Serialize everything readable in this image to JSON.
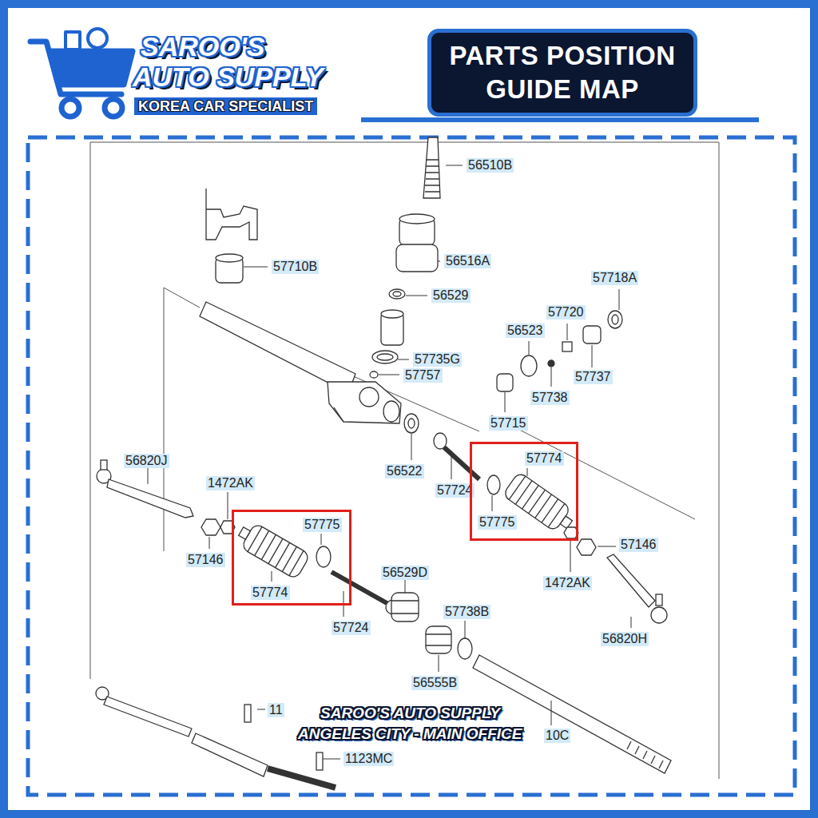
{
  "diagram": {
    "title": "PARTS POSITION GUIDE MAP",
    "nodes": [
      {
        "text": [
          "57774",
          "57775"
        ]
      },
      {
        "text": [
          "57775",
          "57774"
        ]
      }
    ],
    "labels": [
      "SAROO'S",
      "AUTO SUPPLY",
      "KOREA CAR SPECIALIST",
      "56510B",
      "57710B",
      "56516A",
      "57718A",
      "56529",
      "57720",
      "56523",
      "57735G",
      "57757",
      "57737",
      "57738",
      "57715",
      "56820J",
      "56522",
      "1472AK",
      "57724",
      "57146",
      "57146",
      "56529D",
      "1472AK",
      "57738B",
      "57724",
      "56820H",
      "56555B",
      "SAROO'S AUTO SUPPLY",
      "11",
      "ANGELES CITY - MAIN OFFICE",
      "10C",
      "1123MC"
    ]
  }
}
